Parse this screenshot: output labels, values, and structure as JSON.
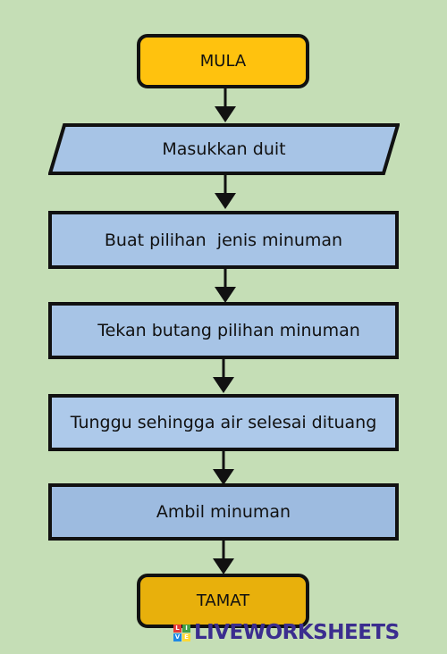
{
  "flowchart": {
    "start": "MULA",
    "input": "Masukkan duit",
    "steps": [
      "Buat pilihan  jenis minuman",
      "Tekan butang pilihan minuman",
      "Tunggu sehingga air selesai dituang",
      "Ambil minuman"
    ],
    "end": "TAMAT"
  },
  "watermark": {
    "badge_letters": [
      "L",
      "I",
      "V",
      "E"
    ],
    "text": "LIVEWORKSHEETS"
  },
  "colors": {
    "background": "#c5deb6",
    "terminal": "#ffc20e",
    "process": "#a7c4e6",
    "border": "#111111",
    "watermark_text": "#3b2d8f"
  }
}
